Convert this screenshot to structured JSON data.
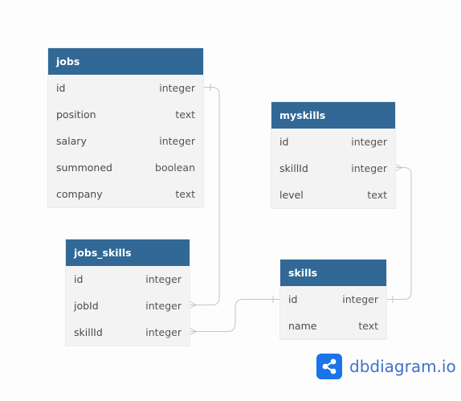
{
  "tables": {
    "jobs": {
      "name": "jobs",
      "columns": [
        {
          "name": "id",
          "type": "integer"
        },
        {
          "name": "position",
          "type": "text"
        },
        {
          "name": "salary",
          "type": "integer"
        },
        {
          "name": "summoned",
          "type": "boolean"
        },
        {
          "name": "company",
          "type": "text"
        }
      ]
    },
    "jobs_skills": {
      "name": "jobs_skills",
      "columns": [
        {
          "name": "id",
          "type": "integer"
        },
        {
          "name": "jobId",
          "type": "integer"
        },
        {
          "name": "skillId",
          "type": "integer"
        }
      ]
    },
    "myskills": {
      "name": "myskills",
      "columns": [
        {
          "name": "id",
          "type": "integer"
        },
        {
          "name": "skillId",
          "type": "integer"
        },
        {
          "name": "level",
          "type": "text"
        }
      ]
    },
    "skills": {
      "name": "skills",
      "columns": [
        {
          "name": "id",
          "type": "integer"
        },
        {
          "name": "name",
          "type": "text"
        }
      ]
    }
  },
  "relationships": [
    {
      "from": "jobs_skills.jobId",
      "to": "jobs.id",
      "cardinality": "many-to-one"
    },
    {
      "from": "jobs_skills.skillId",
      "to": "skills.id",
      "cardinality": "many-to-one"
    },
    {
      "from": "myskills.skillId",
      "to": "skills.id",
      "cardinality": "many-to-one"
    }
  ],
  "brand": {
    "text": "dbdiagram.io"
  },
  "colors": {
    "header_bg": "#316896",
    "header_text": "#ffffff",
    "row_bg": "#f3f3f3",
    "connector": "#c4c4c4",
    "brand_blue": "#1a73e8",
    "brand_text": "#3f73c6"
  }
}
